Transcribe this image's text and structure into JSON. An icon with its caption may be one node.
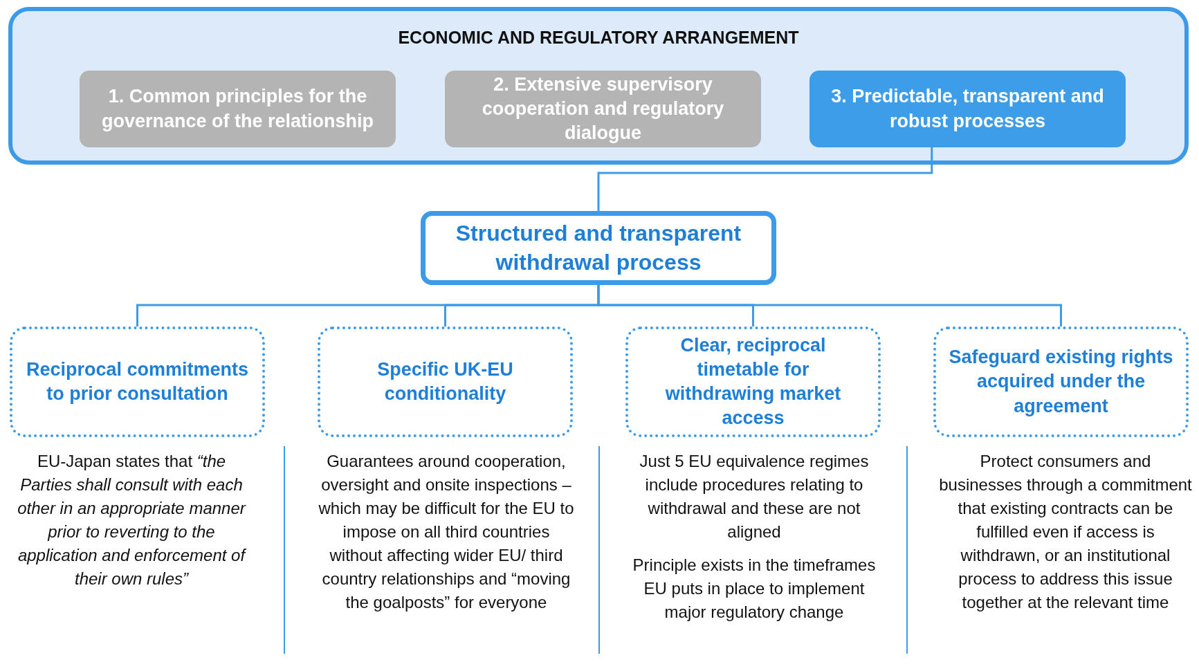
{
  "diagram": {
    "nodes": [
      {
        "text": [
          "ECONOMIC AND REGULATORY ARRANGEMENT"
        ]
      },
      {
        "text": [
          "1. Common principles for the governance of the relationship"
        ],
        "in": 0
      },
      {
        "text": [
          "2. Extensive supervisory cooperation and regulatory dialogue"
        ],
        "in": 0
      },
      {
        "text": [
          "3. Predictable, transparent and robust processes"
        ],
        "in": 0
      },
      {
        "text": [
          "Structured and transparent withdrawal process"
        ]
      },
      {
        "text": [
          "Reciprocal commitments to prior consultation"
        ],
        "beside": [
          "EU-Japan states that *“the Parties shall consult with each other in an appropriate manner prior to reverting to the application and enforcement of their own rules”*"
        ]
      },
      {
        "text": [
          "Specific UK-EU conditionality"
        ],
        "beside": [
          "Guarantees around cooperation, oversight and onsite inspections – which may be difficult for the EU to impose on all third countries without affecting wider EU/ third country relationships and “moving the goalposts” for everyone"
        ]
      },
      {
        "text": [
          "Clear, reciprocal timetable for withdrawing market access"
        ],
        "beside": [
          "Just 5 EU equivalence regimes include procedures relating to withdrawal and these are not aligned",
          "Principle exists in the timeframes EU puts in place to implement major regulatory change"
        ]
      },
      {
        "text": [
          "Safeguard existing rights acquired under the agreement"
        ],
        "beside": [
          "Protect consumers and businesses through a commitment that existing contracts can be fulfilled even if access is withdrawn, or an institutional process to address this issue together at the relevant time"
        ]
      }
    ],
    "edges": [
      {
        "from": 3,
        "to": 4,
        "arrow": "none"
      },
      {
        "from": 4,
        "to": 5,
        "arrow": "none"
      },
      {
        "from": 4,
        "to": 6,
        "arrow": "none"
      },
      {
        "from": 4,
        "to": 7,
        "arrow": "none"
      },
      {
        "from": 4,
        "to": 8,
        "arrow": "none"
      }
    ]
  }
}
